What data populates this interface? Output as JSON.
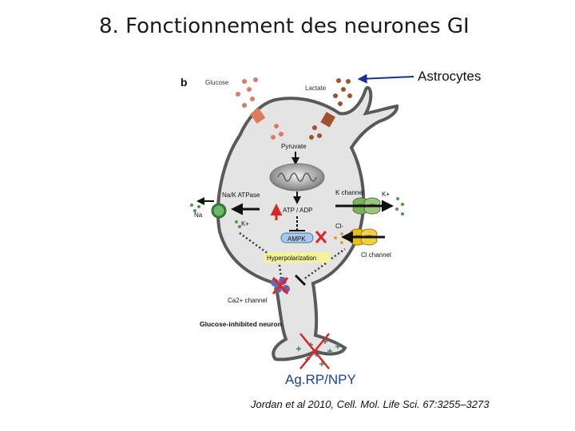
{
  "slide": {
    "title": "8. Fonctionnement des neurones GI",
    "astrocytes_label": "Astrocytes",
    "agrp_label": "Ag.RP/NPY",
    "citation": "Jordan et al 2010, Cell. Mol. Life Sci. 67:3255–3273"
  },
  "figure": {
    "panel_letter": "b",
    "glucose": "Glucose",
    "lactate": "Lactate",
    "pyruvate": "Pyruvate",
    "na_k_atpase": "Na/K ATPase",
    "na": "Na",
    "k_plus_left": "K+",
    "k_channel": "K channel",
    "k_plus_right": "K+",
    "atp_adp": "ATP / ADP",
    "cl_minus": "Cl-",
    "ampk": "AMPK",
    "cl_channel": "Cl channel",
    "hyperpolarization": "Hyperpolarization",
    "ca_channel": "Ca2+ channel",
    "neuron_label": "Glucose-inhibited neuron"
  },
  "colors": {
    "neuron_fill": "#e4e4e4",
    "neuron_stroke": "#595959",
    "glucose": "#e07a5f",
    "lactate": "#a0522d",
    "atp_arrow": "#d62828",
    "ampk_fill": "#a9c9e8",
    "hyperpol_fill": "#f6f29a",
    "astro_arrow": "#1a2f8f",
    "k_channel": "#7fae5f",
    "cl_channel": "#e8c01a",
    "na_k_pump": "#4a9a4a",
    "agrp_text": "#1d3fa0"
  }
}
